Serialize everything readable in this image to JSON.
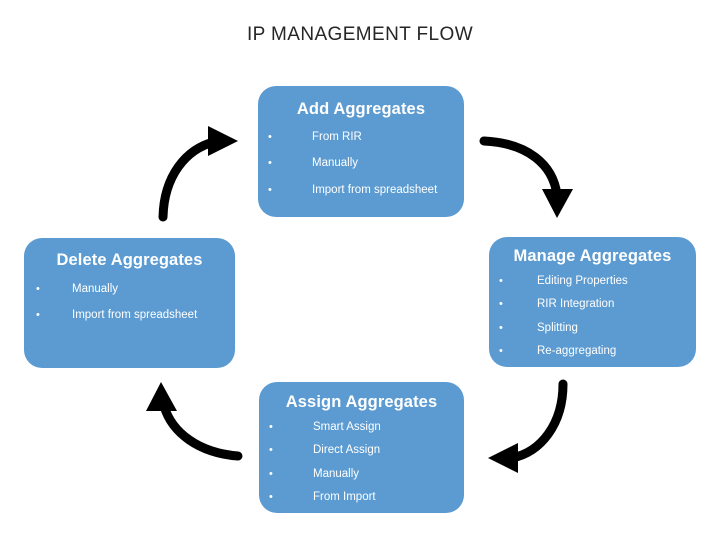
{
  "slide": {
    "title": "IP MANAGEMENT FLOW",
    "background_color": "#FFFFFF",
    "node_fill_color": "#5B9BD1",
    "node_text_color": "#FFFFFF",
    "arrow_color": "#000000",
    "title_color": "#262626"
  },
  "nodes": [
    {
      "id": "add-aggregates",
      "title": "Add Aggregates",
      "position": "top",
      "bullet_glyph": "•",
      "bullets": [
        "From RIR",
        "Manually",
        "Import from spreadsheet"
      ]
    },
    {
      "id": "manage-aggregates",
      "title": "Manage Aggregates",
      "position": "right",
      "bullet_glyph": "•",
      "bullets": [
        "Editing Properties",
        "RIR Integration",
        "Splitting",
        "Re-aggregating"
      ]
    },
    {
      "id": "assign-aggregates",
      "title": "Assign Aggregates",
      "position": "bottom",
      "bullet_glyph": "•",
      "bullets": [
        "Smart Assign",
        "Direct Assign",
        "Manually",
        "From Import"
      ]
    },
    {
      "id": "delete-aggregates",
      "title": "Delete Aggregates",
      "position": "left",
      "bullet_glyph": "•",
      "bullets": [
        "Manually",
        "Import from spreadsheet"
      ]
    }
  ],
  "arrows": [
    {
      "id": "arrow-add-to-manage",
      "from": "add-aggregates",
      "to": "manage-aggregates",
      "direction": "down"
    },
    {
      "id": "arrow-manage-to-assign",
      "from": "manage-aggregates",
      "to": "assign-aggregates",
      "direction": "left"
    },
    {
      "id": "arrow-assign-to-delete",
      "from": "assign-aggregates",
      "to": "delete-aggregates",
      "direction": "up"
    },
    {
      "id": "arrow-delete-to-add",
      "from": "delete-aggregates",
      "to": "add-aggregates",
      "direction": "right"
    }
  ]
}
